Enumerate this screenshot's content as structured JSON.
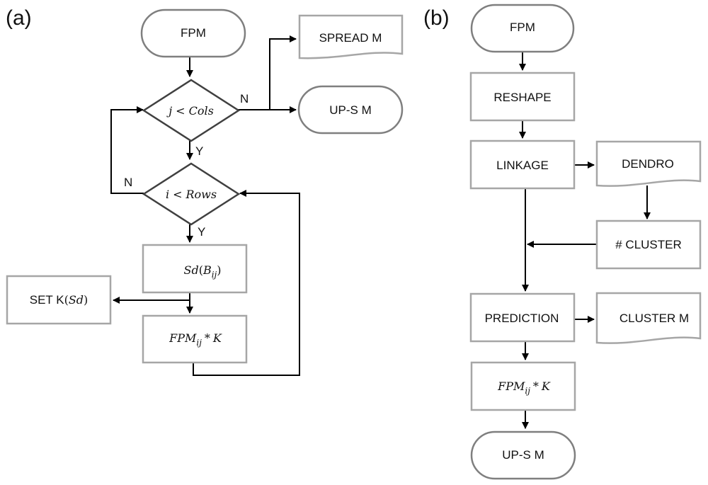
{
  "panels": {
    "a": "(a)",
    "b": "(b)"
  },
  "panel_a": {
    "start": "FPM",
    "cond_cols": {
      "var": "j",
      "op": "<",
      "bound": "Cols"
    },
    "cond_rows": {
      "var": "i",
      "op": "<",
      "bound": "Rows"
    },
    "yes_label": "Y",
    "no_label": "N",
    "spread": "SPREAD M",
    "ups": "UP-S M",
    "sd_step": {
      "func": "Sd",
      "open": "(",
      "base": "B",
      "sub": "ij",
      "close": ")"
    },
    "setk": {
      "prefix": "SET K",
      "open": "(",
      "arg": "Sd",
      "close": ")"
    },
    "fpm_step": {
      "base": "FPM",
      "sub": "ij",
      "op": "*",
      "k": "K"
    }
  },
  "panel_b": {
    "start": "FPM",
    "reshape": "RESHAPE",
    "linkage": "LINKAGE",
    "dendro": "DENDRO",
    "cluster_count": "# CLUSTER",
    "prediction": "PREDICTION",
    "cluster_m": "CLUSTER M",
    "fpm_step": {
      "base": "FPM",
      "sub": "ij",
      "op": "*",
      "k": "K"
    },
    "ups": "UP-S M"
  }
}
